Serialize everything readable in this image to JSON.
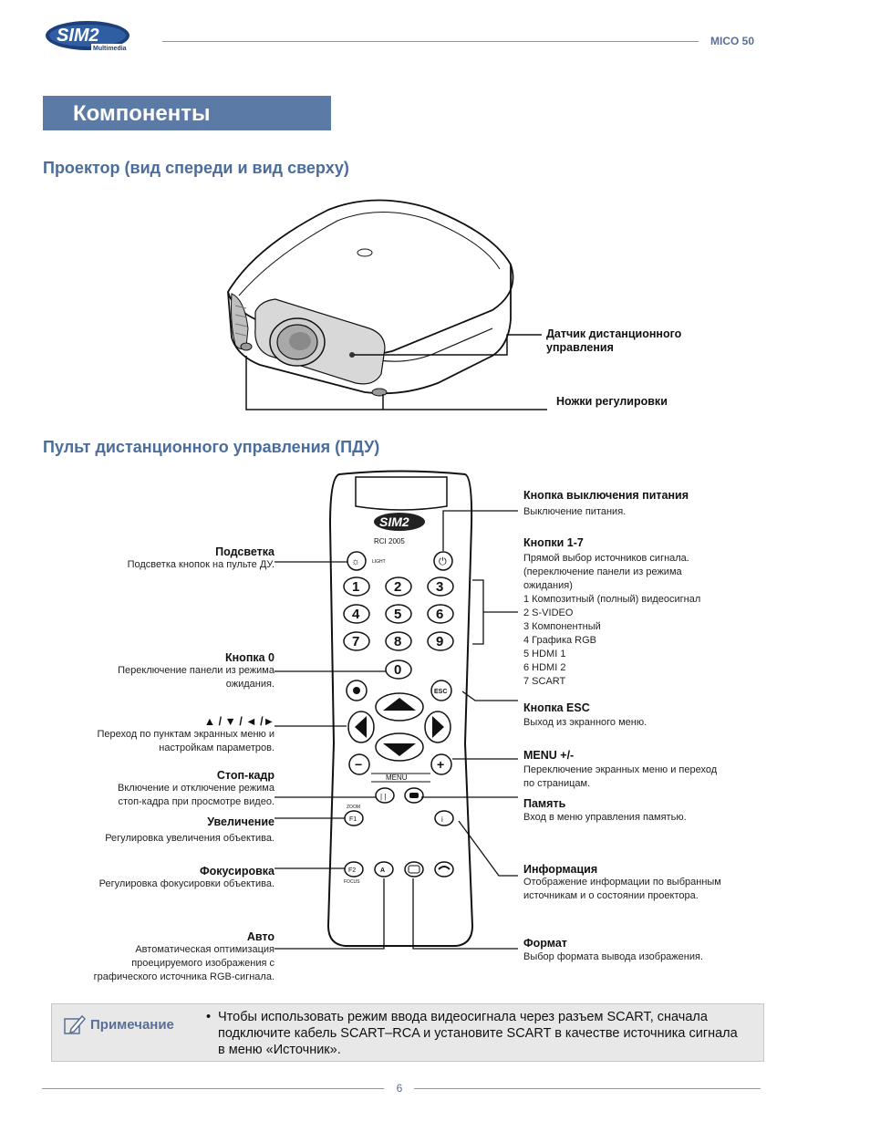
{
  "header": {
    "logo_main": "SIM2",
    "logo_sub": "Multimedia",
    "model": "MICO 50"
  },
  "title": "Компоненты",
  "projector_section": {
    "heading": "Проектор (вид спереди и вид сверху)",
    "callouts": {
      "ir_sensor": "Датчик дистанционного управления",
      "feet": "Ножки регулировки"
    }
  },
  "remote_section": {
    "heading": "Пульт дистанционного управления (ПДУ)",
    "remote": {
      "model": "RCI 2005",
      "light_label": "LIGHT",
      "menu_label": "MENU",
      "zoom_label": "ZOOM",
      "focus_label": "FOCUS",
      "keys": [
        "1",
        "2",
        "3",
        "4",
        "5",
        "6",
        "7",
        "8",
        "9",
        "0"
      ],
      "esc": "ESC",
      "f1": "F1",
      "f2": "F2",
      "auto": "A"
    },
    "left_items": [
      {
        "title": "Подсветка",
        "desc": [
          "Подсветка кнопок на пульте ДУ."
        ]
      },
      {
        "title": "Кнопка 0",
        "desc": [
          "Переключение панели из режима",
          "ожидания."
        ]
      },
      {
        "title": "▲ / ▼ / ◄ /►",
        "desc": [
          "Переход по пунктам экранных меню и",
          "настройкам параметров."
        ]
      },
      {
        "title": "Стоп-кадр",
        "desc": [
          "Включение и отключение режима",
          "стоп-кадра при просмотре видео."
        ]
      },
      {
        "title": "Увеличение",
        "desc": [
          "Регулировка увеличения объектива."
        ]
      },
      {
        "title": "Фокусировка",
        "desc": [
          "Регулировка фокусировки объектива."
        ]
      },
      {
        "title": "Авто",
        "desc": [
          "Автоматическая оптимизация",
          "проецируемого изображения с",
          "графического источника RGB-сигнала."
        ]
      }
    ],
    "right_items": [
      {
        "title": "Кнопка выключения питания",
        "desc": [
          "Выключение питания."
        ]
      },
      {
        "title": "Кнопки 1-7",
        "desc": [
          "Прямой выбор источников сигнала.",
          "(переключение панели из режима",
          "ожидания)",
          "1 Композитный (полный) видеосигнал",
          "2 S-VIDEO",
          "3 Компонентный",
          "4 Графика RGB",
          "5 HDMI 1",
          "6 HDMI 2",
          "7 SCART"
        ]
      },
      {
        "title": "Кнопка ESC",
        "desc": [
          "Выход из экранного меню."
        ]
      },
      {
        "title": "MENU +/-",
        "desc": [
          "Переключение экранных меню и переход",
          "по страницам."
        ]
      },
      {
        "title": "Память",
        "desc": [
          "Вход в меню управления памятью."
        ]
      },
      {
        "title": "Информация",
        "desc": [
          "Отображение информации по выбранным",
          "источникам и о состоянии проектора."
        ]
      },
      {
        "title": "Формат",
        "desc": [
          "Выбор формата вывода изображения."
        ]
      }
    ]
  },
  "note": {
    "label": "Примечание",
    "bullet": "•",
    "text": "Чтобы использовать режим ввода видеосигнала через разъем SCART, сначала подключите кабель SCART–RCA и установите SCART в качестве источника сигнала в меню «Источник»."
  },
  "footer": {
    "page": "6"
  },
  "colors": {
    "accent": "#5b7aa6",
    "heading": "#4a6d9c",
    "rule": "#7f96b8",
    "note_bg": "#e8e8e8"
  }
}
